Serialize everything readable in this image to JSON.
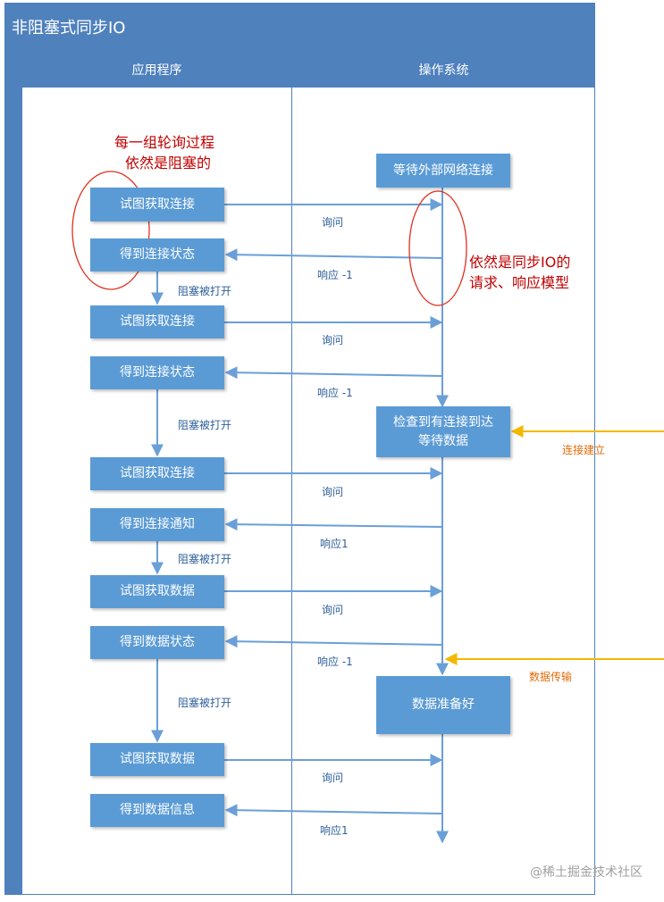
{
  "title": "非阻塞式同步IO",
  "lanes": {
    "app": "应用程序",
    "os": "操作系统"
  },
  "notes": {
    "app_note_line1": "每一组轮询过程",
    "app_note_line2": "依然是阻塞的",
    "os_note_line1": "依然是同步IO的",
    "os_note_line2": "请求、响应模型"
  },
  "app_boxes": [
    "试图获取连接",
    "得到连接状态",
    "试图获取连接",
    "得到连接状态",
    "试图获取连接",
    "得到连接通知",
    "试图获取数据",
    "得到数据状态",
    "试图获取数据",
    "得到数据信息"
  ],
  "os_boxes": {
    "wait": "等待外部网络连接",
    "check_line1": "检查到有连接到达",
    "check_line2": "等待数据",
    "ready": "数据准备好"
  },
  "arrow_labels": {
    "ask": "询问",
    "resp_neg": "响应 -1",
    "resp_ok": "响应1",
    "unblock": "阻塞被打开"
  },
  "events": {
    "connect": "连接建立",
    "transfer": "数据传输"
  },
  "watermark": "@稀土掘金技术社区",
  "colors": {
    "lane": "#4f81bd",
    "box": "#5b9bd5",
    "arrow": "#6a9fd8",
    "note": "#c00000",
    "event": "#f5b800",
    "event_text": "#e46c0a"
  }
}
